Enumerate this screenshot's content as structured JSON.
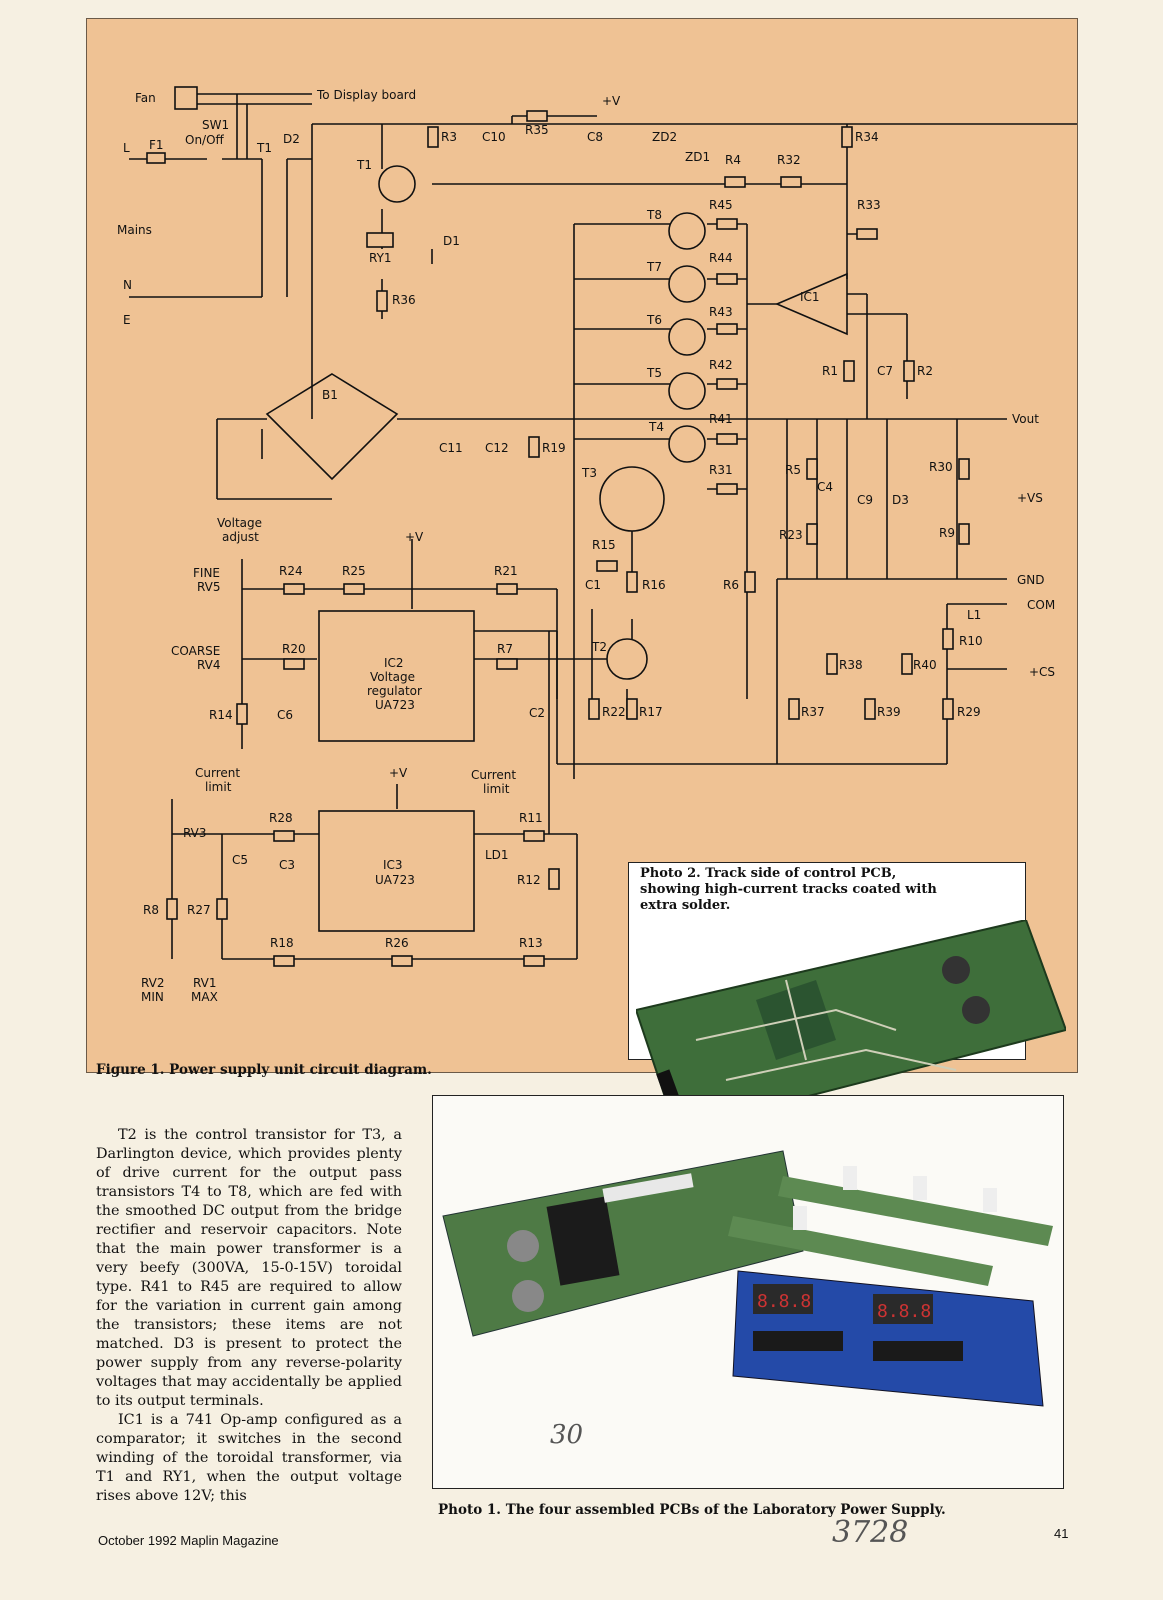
{
  "schematic": {
    "labels": {
      "fan": "Fan",
      "to_display": "To Display board",
      "plus_v": "+V",
      "sw1": "SW1",
      "on_off": "On/Off",
      "l": "L",
      "f1": "F1",
      "t1": "T1",
      "d2": "D2",
      "t1_trans": "T1",
      "r3": "R3",
      "c10": "C10",
      "r35": "R35",
      "c8": "C8",
      "zd2": "ZD2",
      "r34": "R34",
      "zd1": "ZD1",
      "r4": "R4",
      "r32": "R32",
      "mains": "Mains",
      "ry1": "RY1",
      "d1": "D1",
      "t8": "T8",
      "r45": "R45",
      "r33": "R33",
      "n": "N",
      "e": "E",
      "r36": "R36",
      "t7": "T7",
      "r44": "R44",
      "ic1": "IC1",
      "t6": "T6",
      "r43": "R43",
      "t5": "T5",
      "r42": "R42",
      "r1": "R1",
      "c7": "C7",
      "r2": "R2",
      "b1": "B1",
      "t4": "T4",
      "r41": "R41",
      "vout": "Vout",
      "c11": "C11",
      "c12": "C12",
      "r19": "R19",
      "t3": "T3",
      "r31": "R31",
      "r5": "R5",
      "r30": "R30",
      "c4": "C4",
      "c9": "C9",
      "d3": "D3",
      "plus_vs": "+VS",
      "voltage_adjust_1": "Voltage",
      "voltage_adjust_2": "adjust",
      "r23": "R23",
      "r9": "R9",
      "fine": "FINE",
      "rv5": "RV5",
      "r24": "R24",
      "r25": "R25",
      "r21": "R21",
      "r15": "R15",
      "c1": "C1",
      "r16": "R16",
      "r6": "R6",
      "gnd": "GND",
      "l1": "L1",
      "com": "COM",
      "coarse": "COARSE",
      "rv4": "RV4",
      "r20": "R20",
      "ic2": "IC2",
      "ic2_func1": "Voltage",
      "ic2_func2": "regulator",
      "ua723_a": "UA723",
      "r7": "R7",
      "t2": "T2",
      "r10": "R10",
      "r38": "R38",
      "r40": "R40",
      "plus_cs": "+CS",
      "r14": "R14",
      "c6": "C6",
      "c2": "C2",
      "r22": "R22",
      "r17": "R17",
      "r37": "R37",
      "r39": "R39",
      "r29": "R29",
      "current_limit_1a": "Current",
      "current_limit_1b": "limit",
      "current_limit_2a": "Current",
      "current_limit_2b": "limit",
      "rv3": "RV3",
      "r28": "R28",
      "r11": "R11",
      "ld1": "LD1",
      "c5": "C5",
      "c3": "C3",
      "ic3": "IC3",
      "ua723_b": "UA723",
      "r12": "R12",
      "r8": "R8",
      "r27": "R27",
      "r18": "R18",
      "r26": "R26",
      "r13": "R13",
      "rv2": "RV2",
      "min": "MIN",
      "rv1": "RV1",
      "max": "MAX"
    }
  },
  "figure_caption": "Figure 1. Power supply unit circuit diagram.",
  "photo2_caption": "Photo 2. Track side of control PCB, showing high-current tracks coated with extra solder.",
  "photo1_caption": "Photo 1. The four assembled PCBs of the Laboratory Power Supply.",
  "body_paragraphs": [
    "T2 is the control transistor for T3, a Darlington device, which provides plenty of drive current for the output pass transistors T4 to T8, which are fed with the smoothed DC output from the bridge rectifier and reservoir capacitors. Note that the main power transformer is a very beefy (300VA, 15-0-15V) toroidal type. R41 to R45 are required to allow for the variation in current gain among the transistors; these items are not matched. D3 is present to protect the power supply from any reverse-polarity voltages that may accidentally be applied to its output terminals.",
    "IC1 is a 741 Op-amp configured as a comparator; it switches in the second winding of the toroidal transformer, via T1 and RY1, when the output voltage rises above 12V; this"
  ],
  "display_digits": [
    "8.8.8",
    "8.8.8"
  ],
  "handwriting": {
    "note": "3728",
    "mark": "30"
  },
  "footer": {
    "left": "October 1992 Maplin Magazine",
    "page_number": "41"
  }
}
